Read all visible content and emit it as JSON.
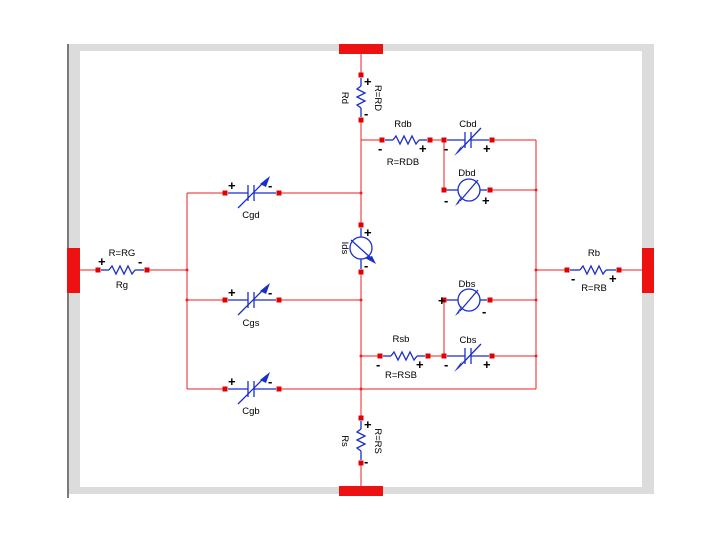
{
  "components": {
    "rd": {
      "name": "Rd",
      "param": "R=RD"
    },
    "rdb": {
      "name": "Rdb",
      "param": "R=RDB"
    },
    "cbd": {
      "name": "Cbd"
    },
    "dbd": {
      "name": "Dbd"
    },
    "cgd": {
      "name": "Cgd"
    },
    "ids": {
      "name": "Ids"
    },
    "rg": {
      "name": "Rg",
      "param": "R=RG"
    },
    "rb": {
      "name": "Rb",
      "param": "R=RB"
    },
    "dbs": {
      "name": "Dbs"
    },
    "cgs": {
      "name": "Cgs"
    },
    "rsb": {
      "name": "Rsb",
      "param": "R=RSB"
    },
    "cbs": {
      "name": "Cbs"
    },
    "cgb": {
      "name": "Cgb"
    },
    "rs": {
      "name": "Rs",
      "param": "R=RS"
    }
  },
  "signs": {
    "plus": "+",
    "minus": "-"
  },
  "colors": {
    "wire": "#ee2222",
    "component": "#1a2ec8",
    "pin": "#e00000",
    "frame": "#dcdcdc",
    "port": "#ee1111"
  }
}
